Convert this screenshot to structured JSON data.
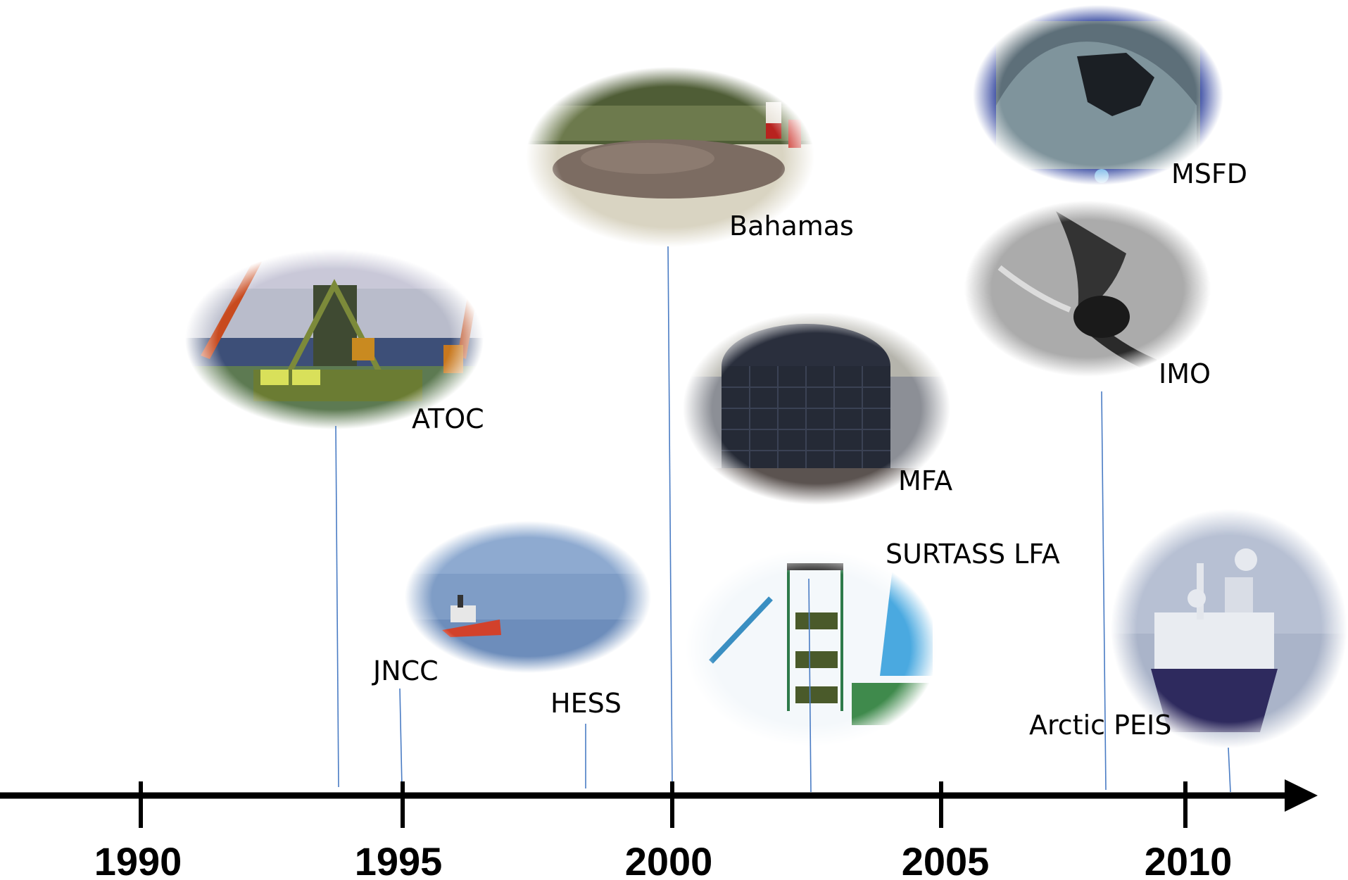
{
  "timeline": {
    "years": [
      "1990",
      "1995",
      "2000",
      "2005",
      "2010"
    ],
    "year_range": [
      1990,
      2010
    ]
  },
  "events": [
    {
      "id": "atoc",
      "label": "ATOC",
      "year": 1994.2,
      "photo": "acoustic-source-on-ship-deck"
    },
    {
      "id": "jncc",
      "label": "JNCC",
      "year": 1995.0,
      "photo": null
    },
    {
      "id": "hess",
      "label": "HESS",
      "year": 1998.4,
      "photo": "ship-at-sea"
    },
    {
      "id": "bahamas",
      "label": "Bahamas",
      "year": 2000.0,
      "photo": "stranded-whale-on-beach"
    },
    {
      "id": "mfa",
      "label": "MFA",
      "year": 2002.6,
      "photo": "sonar-dome-array"
    },
    {
      "id": "surtass",
      "label": "SURTASS LFA",
      "year": 2002.6,
      "photo": "sonar-array-deployment"
    },
    {
      "id": "msfd",
      "label": "MSFD",
      "year": 2008.2,
      "photo": "wave-over-europe-map"
    },
    {
      "id": "imo",
      "label": "IMO",
      "year": 2008.2,
      "photo": "ship-propeller"
    },
    {
      "id": "arctic",
      "label": "Arctic PEIS",
      "year": 2008.2,
      "photo": null
    },
    {
      "id": "vessel2010",
      "label": "",
      "year": 2010.9,
      "photo": "research-vessel-in-ice"
    }
  ],
  "colors": {
    "axis": "#000000",
    "leader": "#4a7cc4"
  }
}
